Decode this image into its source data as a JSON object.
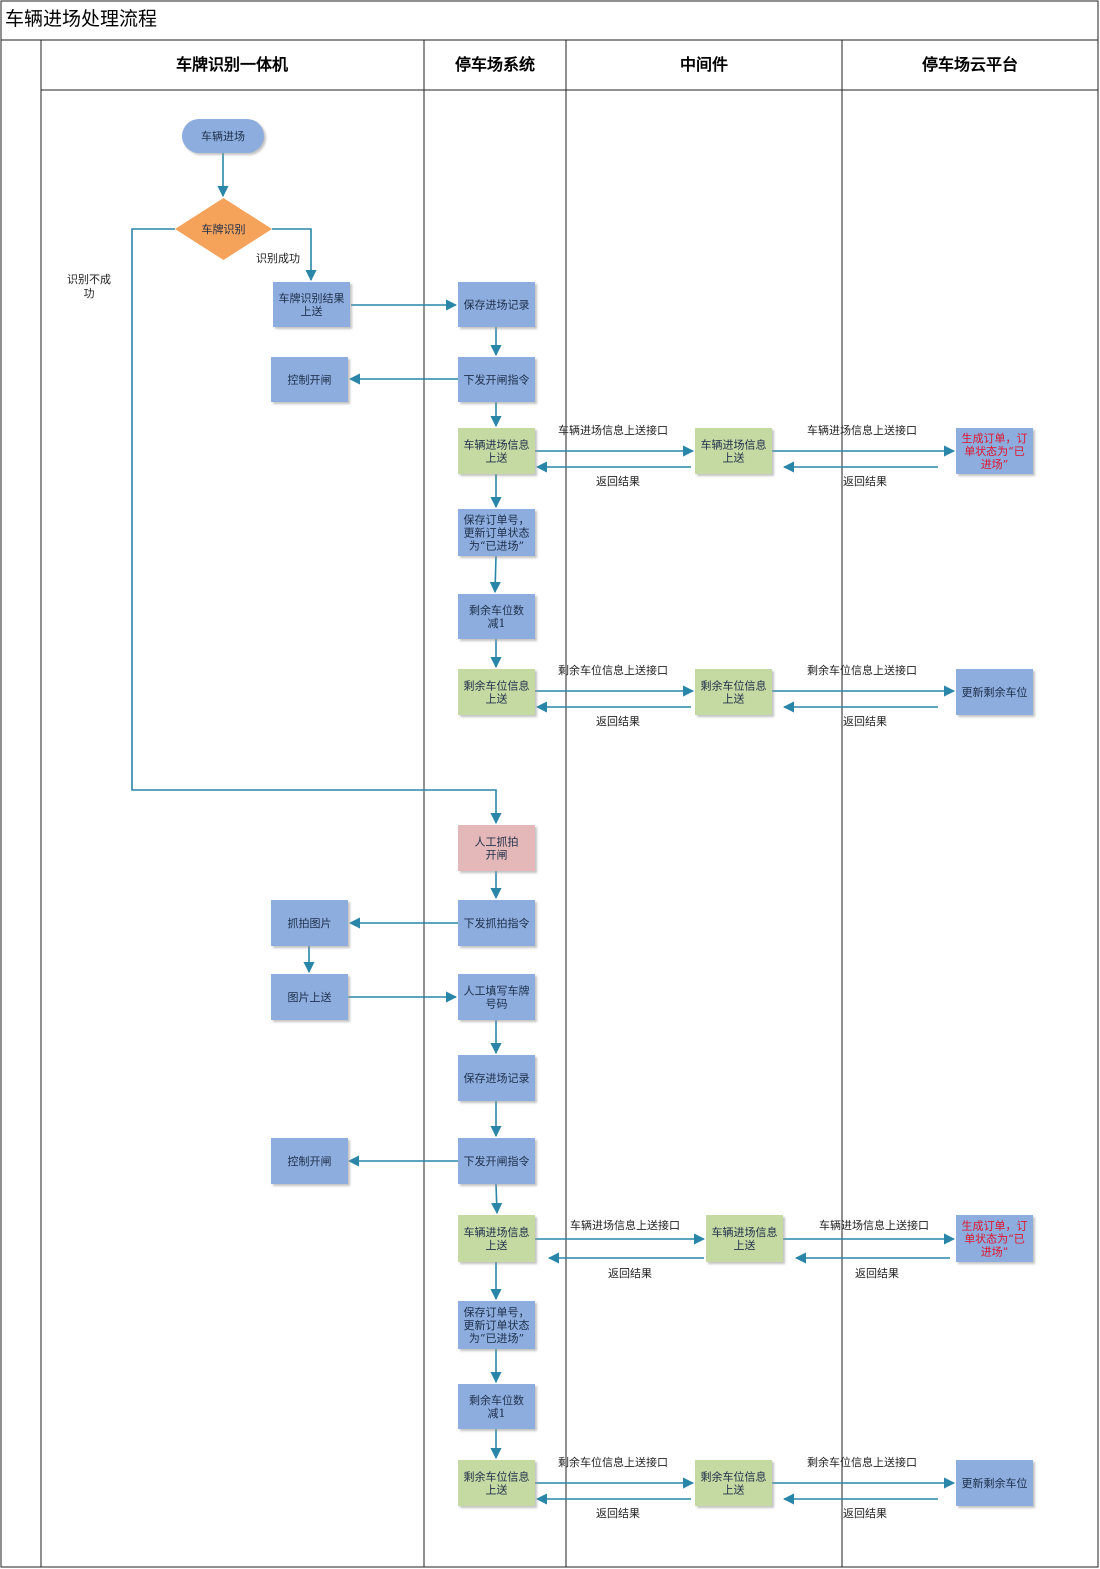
{
  "title": "车辆进场处理流程",
  "lanes": [
    "车牌识别一体机",
    "停车场系统",
    "中间件",
    "停车场云平台"
  ],
  "colors": {
    "blue": "#8cadde",
    "green": "#c5d9a3",
    "pink": "#e4b8b8",
    "orange": "#f5a25a",
    "terminal": "#8cadde",
    "arrow": "#2a86a8",
    "redText": "#e0152d"
  },
  "nodes": [
    {
      "id": "start",
      "text": [
        "车辆进场"
      ]
    },
    {
      "id": "decision",
      "text": [
        "车牌识别"
      ]
    },
    {
      "id": "plate_upload",
      "text": [
        "车牌识别结果",
        "上送"
      ]
    },
    {
      "id": "save1",
      "text": [
        "保存进场记录"
      ]
    },
    {
      "id": "gate_cmd1",
      "text": [
        "下发开闸指令"
      ]
    },
    {
      "id": "open1",
      "text": [
        "控制开闸"
      ]
    },
    {
      "id": "entry_up1",
      "text": [
        "车辆进场信息",
        "上送"
      ]
    },
    {
      "id": "mid_entry1",
      "text": [
        "车辆进场信息",
        "上送"
      ]
    },
    {
      "id": "cloud_order1",
      "text": [
        "生成订单，订",
        "单状态为“已",
        "进场”"
      ]
    },
    {
      "id": "save_order1",
      "text": [
        "保存订单号，",
        "更新订单状态",
        "为“已进场”"
      ]
    },
    {
      "id": "dec1",
      "text": [
        "剩余车位数",
        "减1"
      ]
    },
    {
      "id": "space_up1",
      "text": [
        "剩余车位信息",
        "上送"
      ]
    },
    {
      "id": "mid_space1",
      "text": [
        "剩余车位信息",
        "上送"
      ]
    },
    {
      "id": "cloud_space1",
      "text": [
        "更新剩余车位"
      ]
    },
    {
      "id": "manual",
      "text": [
        "人工抓拍",
        "开闸"
      ]
    },
    {
      "id": "snap_cmd",
      "text": [
        "下发抓拍指令"
      ]
    },
    {
      "id": "snap",
      "text": [
        "抓拍图片"
      ]
    },
    {
      "id": "pic_up",
      "text": [
        "图片上送"
      ]
    },
    {
      "id": "manual_plate",
      "text": [
        "人工填写车牌",
        "号码"
      ]
    },
    {
      "id": "save2",
      "text": [
        "保存进场记录"
      ]
    },
    {
      "id": "gate_cmd2",
      "text": [
        "下发开闸指令"
      ]
    },
    {
      "id": "open2",
      "text": [
        "控制开闸"
      ]
    },
    {
      "id": "entry_up2",
      "text": [
        "车辆进场信息",
        "上送"
      ]
    },
    {
      "id": "mid_entry2",
      "text": [
        "车辆进场信息",
        "上送"
      ]
    },
    {
      "id": "cloud_order2",
      "text": [
        "生成订单，订",
        "单状态为“已",
        "进场”"
      ]
    },
    {
      "id": "save_order2",
      "text": [
        "保存订单号，",
        "更新订单状态",
        "为“已进场”"
      ]
    },
    {
      "id": "dec2",
      "text": [
        "剩余车位数",
        "减1"
      ]
    },
    {
      "id": "space_up2",
      "text": [
        "剩余车位信息",
        "上送"
      ]
    },
    {
      "id": "mid_space2",
      "text": [
        "剩余车位信息",
        "上送"
      ]
    },
    {
      "id": "cloud_space2",
      "text": [
        "更新剩余车位"
      ]
    }
  ],
  "edge_labels": {
    "fail": [
      "识别不成",
      "功"
    ],
    "success": "识别成功",
    "entry_iface": "车辆进场信息上送接口",
    "space_iface": "剩余车位信息上送接口",
    "return": "返回结果"
  }
}
